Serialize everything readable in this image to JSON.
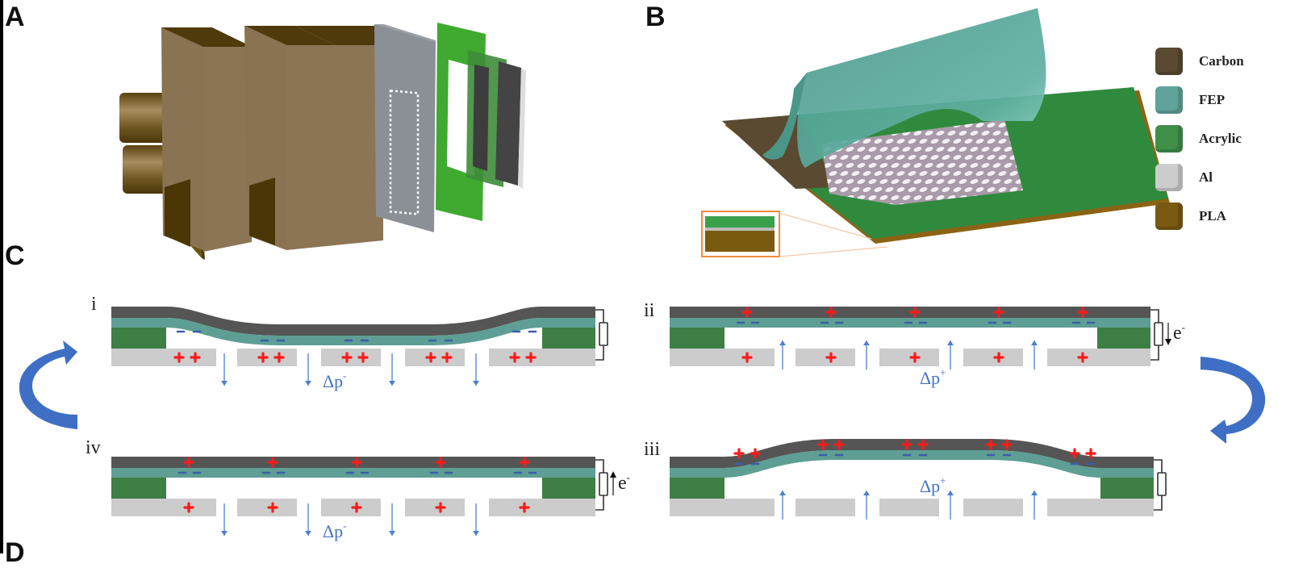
{
  "panels": {
    "a": {
      "label": "A"
    },
    "b": {
      "label": "B"
    },
    "c": {
      "label": "C"
    },
    "d": {
      "label": "D"
    }
  },
  "legend": [
    {
      "name": "Carbon",
      "color": "#5a4a32"
    },
    {
      "name": "FEP",
      "color": "#5fa39a"
    },
    {
      "name": "Acrylic",
      "color": "#3f8f4a"
    },
    {
      "name": "Al",
      "color": "#cccccc"
    },
    {
      "name": "PLA",
      "color": "#7a5a12"
    }
  ],
  "stages": [
    {
      "id": "i",
      "label": "i",
      "pressure": "Δp",
      "pressure_sign": "-",
      "electron_flow": ""
    },
    {
      "id": "ii",
      "label": "ii",
      "pressure": "Δp",
      "pressure_sign": "+",
      "electron_flow": "e-",
      "electron_direction": "down"
    },
    {
      "id": "iii",
      "label": "iii",
      "pressure": "Δp",
      "pressure_sign": "+",
      "electron_flow": ""
    },
    {
      "id": "iv",
      "label": "iv",
      "pressure": "Δp",
      "pressure_sign": "-",
      "electron_flow": "e-",
      "electron_direction": "up"
    }
  ],
  "electron_text": "e",
  "electron_sup": "-",
  "colors": {
    "carbon_layer": "#555555",
    "fep_layer": "#5e9e94",
    "acrylic_layer": "#3d7f45",
    "al_layer": "#cccccc",
    "positive_charge": "#ff1a1a",
    "negative_charge": "#3a5fa8",
    "airflow_arrow": "#4a7fd0",
    "cycle_arrow": "#3f6fc4",
    "inset_border": "#f08a3c"
  }
}
